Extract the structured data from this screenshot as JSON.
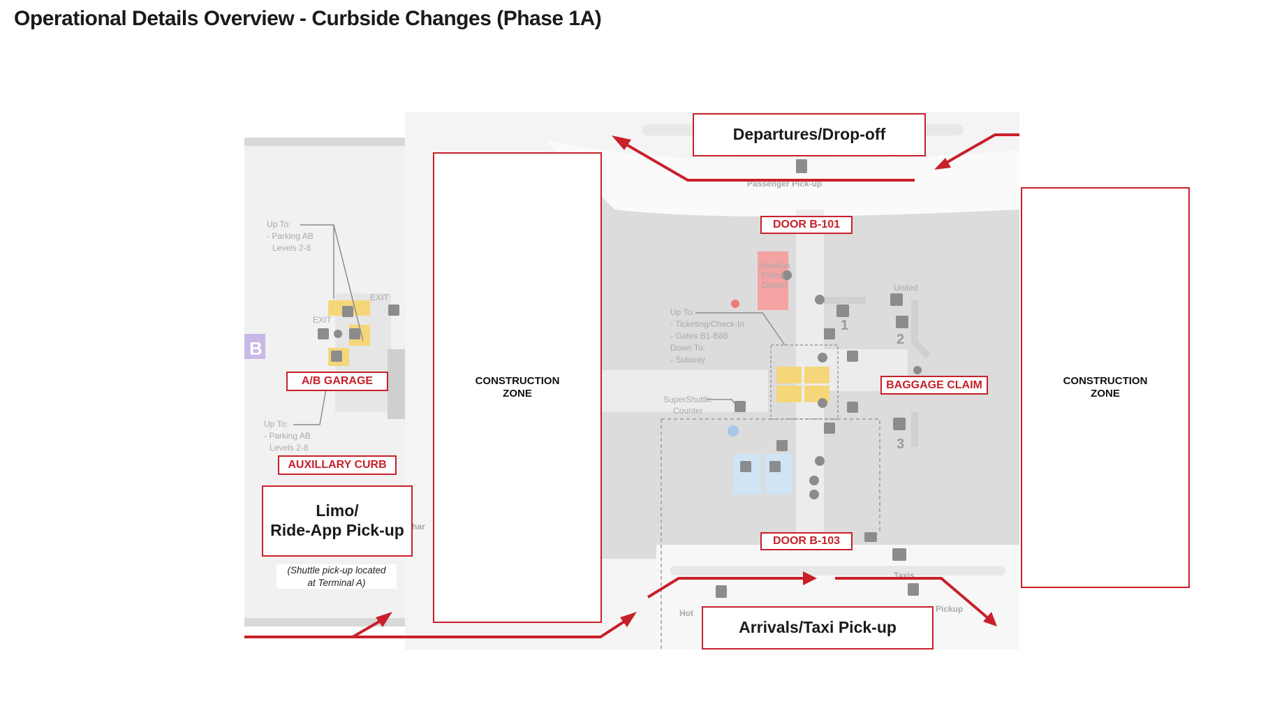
{
  "page": {
    "title": "Operational Details Overview - Curbside Changes (Phase 1A)"
  },
  "callouts": {
    "departures": "Departures/Drop-off",
    "arrivals": "Arrivals/Taxi Pick-up",
    "limo_line1": "Limo/",
    "limo_line2": "Ride-App Pick-up",
    "shuttle_note_line1": "(Shuttle pick-up located",
    "shuttle_note_line2": "at Terminal A)"
  },
  "construction_zones": [
    {
      "line1": "CONSTRUCTION",
      "line2": "ZONE"
    },
    {
      "line1": "CONSTRUCTION",
      "line2": "ZONE"
    }
  ],
  "labels": {
    "door_top": "DOOR B-101",
    "door_bottom": "DOOR B-103",
    "garage": "A/B GARAGE",
    "aux_curb": "AUXILLARY CURB",
    "baggage": "BAGGAGE CLAIM"
  },
  "basemap": {
    "passenger_pickup": "Passenger Pick-up",
    "up_to_parking": [
      "Up To:",
      "- Parking AB",
      "Levels 2-8"
    ],
    "up_to_parking_lower": [
      "Up To:",
      "- Parking AB",
      "Levels 2-8"
    ],
    "up_to_ticketing": [
      "Up To:",
      "- Ticketing/Check-In",
      "- Gates B1-B88",
      "Down To:",
      "- Subway"
    ],
    "police": [
      "Houston",
      "Police",
      "Depart"
    ],
    "supershuttle": [
      "SuperShuttle",
      "Counter"
    ],
    "exit_labels": [
      "EXIT",
      "EXIT"
    ],
    "carousel_numbers": [
      "1",
      "2",
      "3"
    ],
    "united": "United",
    "terminal_letter": "B",
    "taxis": "Taxis",
    "hotel": "Hot",
    "pickup_fragment": "Pickup",
    "shuttle_fragment": "har"
  },
  "colors": {
    "accent_red": "#c8202a",
    "map_gray": "#e3e3e3",
    "map_dark": "#bdbdbd",
    "police_pink": "#f4a3a3",
    "escalator_yellow": "#f5d77a",
    "restroom_blue": "#cfe4f5",
    "terminal_purple": "#c9b8e6"
  },
  "icons": [
    "elevator-icon",
    "escalator-icon",
    "restroom-icon",
    "info-icon",
    "baggage-icon",
    "arrow-icon"
  ]
}
